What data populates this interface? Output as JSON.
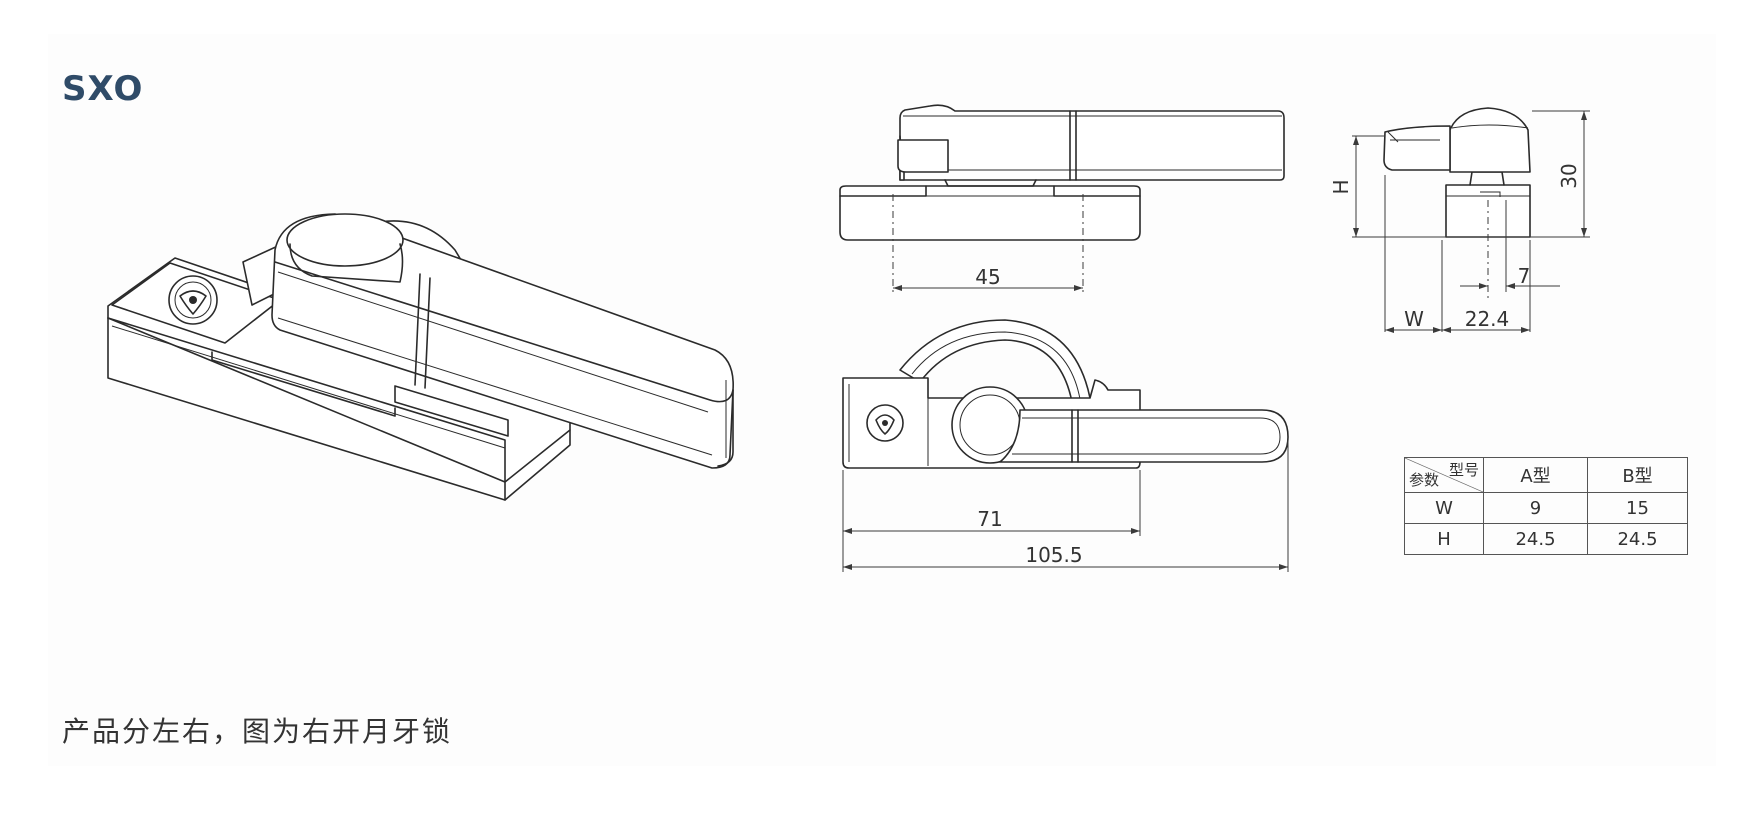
{
  "title": "SXO",
  "note": "产品分左右，图为右开月牙锁",
  "dimensions": {
    "side_spacing": "45",
    "width_label": "W",
    "offset": "22.4",
    "pin": "7",
    "height_label": "H",
    "total_height": "30",
    "base_length": "71",
    "total_length": "105.5"
  },
  "table": {
    "corner_top": "型号",
    "corner_bottom": "参数",
    "headers": [
      "A型",
      "B型"
    ],
    "rows": [
      {
        "param": "W",
        "values": [
          "9",
          "15"
        ]
      },
      {
        "param": "H",
        "values": [
          "24.5",
          "24.5"
        ]
      }
    ]
  }
}
